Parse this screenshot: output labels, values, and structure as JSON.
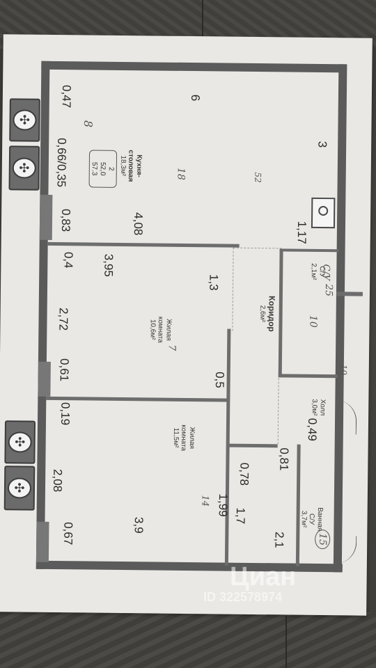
{
  "rooms": {
    "kitchen": {
      "name": "Кухня-\nстоловая",
      "area": "18,3м²"
    },
    "badge": {
      "count": "2",
      "total": "52,0",
      "sub": "57.3"
    },
    "living1": {
      "name": "Жилая\nкомната",
      "area": "10,6м²"
    },
    "corridor": {
      "name": "Коридор",
      "area": "2,6м²"
    },
    "wc": {
      "name": "С/У",
      "area": "2,1м²"
    },
    "hall": {
      "name": "Холл",
      "area": "3,0м²"
    },
    "living2": {
      "name": "Жилая\nкомната",
      "area": "11,5м²"
    },
    "bath": {
      "name": "Ванная\nС/У",
      "area": "3,7м²"
    }
  },
  "dimensions": {
    "d_047": "0,47",
    "d_066_035": "0,66/0,35",
    "d_083": "0,83",
    "d_6": "6",
    "d_408": "4,08",
    "d_3": "3",
    "d_117": "1,17",
    "d_04": "0,4",
    "d_395": "3,95",
    "d_13": "1,3",
    "d_272": "2,72",
    "d_061": "0,61",
    "d_05": "0,5",
    "d_019": "0,19",
    "d_049": "0,49",
    "d_081": "0,81",
    "d_078": "0,78",
    "d_199": "1,99",
    "d_17": "1,7",
    "d_208": "2,08",
    "d_39": "3,9",
    "d_21": "2,1",
    "d_067": "0,67"
  },
  "handwriting": {
    "h1": "С/У",
    "h2": "25",
    "h3": "10",
    "h4": "15",
    "h5": "18",
    "h6": "7",
    "h7": "14",
    "h8": "8",
    "h9": "52",
    "h10": "10"
  },
  "watermark": {
    "brand": "Циан",
    "id": "ID 322578974"
  },
  "icons": [
    "air-conditioner-icon",
    "sink-icon"
  ]
}
